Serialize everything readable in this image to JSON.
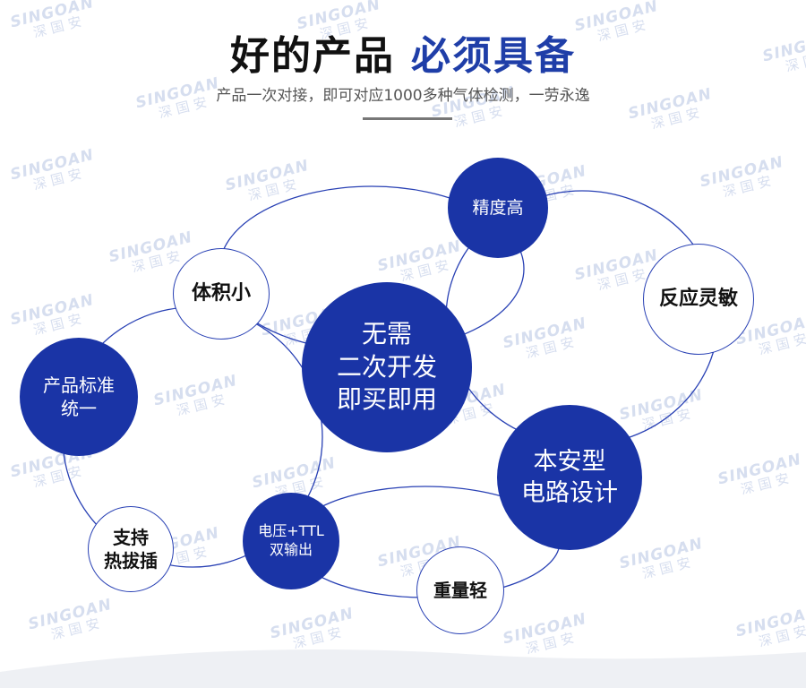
{
  "heading": {
    "title_main": "好的产品",
    "title_accent": "必须具备",
    "subtitle": "产品一次对接，即可对应1000多种气体检测，一劳永逸"
  },
  "watermark": {
    "brand_en": "SINGOAN",
    "brand_cn": "深国安"
  },
  "diagram": {
    "center": "无需\n二次开发\n即买即用",
    "features": {
      "precision": "精度高",
      "response": "反应灵敏",
      "intrinsic_safety": "本安型\n电路设计",
      "light_weight": "重量轻",
      "dual_output": "电压+TTL\n双输出",
      "hot_swap": "支持\n热拔插",
      "standardized": "产品标准\n统一",
      "compact": "体积小"
    }
  },
  "colors": {
    "primary_blue": "#1a34a6",
    "accent_blue": "#1f3ea8",
    "ring_blue": "#2840b4",
    "watermark": "#c9d3ea"
  }
}
